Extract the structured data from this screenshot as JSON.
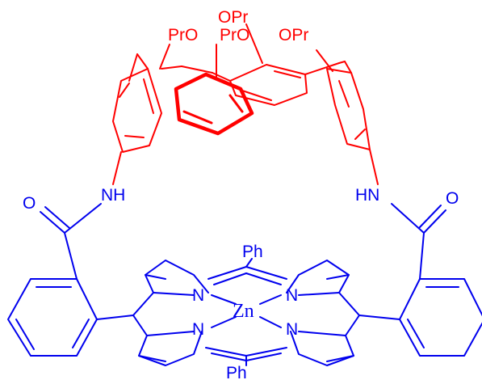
{
  "colors": {
    "calixarene": "#ff0000",
    "porphyrin": "#0000ee",
    "background": "#ffffff"
  },
  "labels": {
    "opr_top": "OPr",
    "pro_left": "PrO",
    "pro_middle": "PrO",
    "opr_right": "OPr",
    "nh_left": "NH",
    "hn_right": "HN",
    "o_left": "O",
    "o_right": "O",
    "ph_top": "Ph",
    "ph_bottom": "Ph",
    "n_top_left": "N",
    "n_top_right": "N",
    "n_bottom_left": "N",
    "n_bottom_right": "N",
    "zn": "Zn"
  }
}
